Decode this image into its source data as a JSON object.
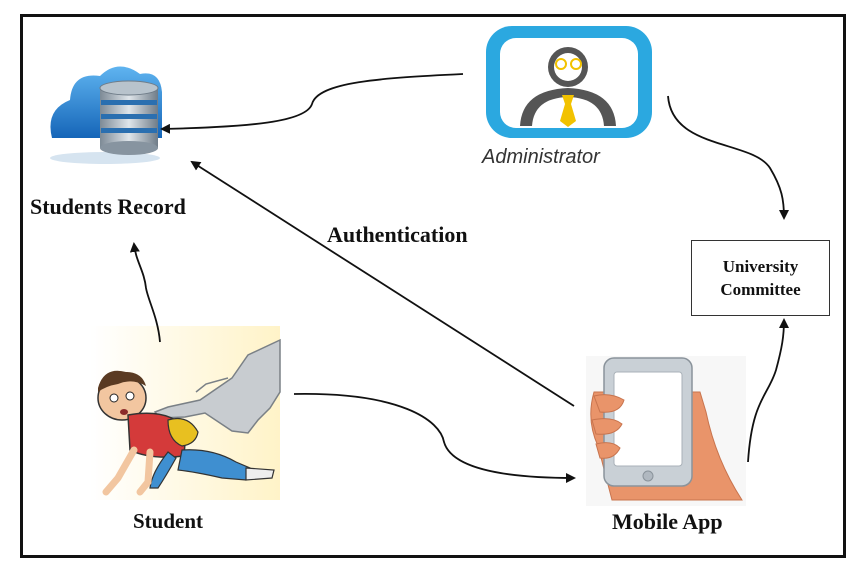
{
  "nodes": {
    "students_record": "Students Record",
    "administrator": "Administrator",
    "university_committee_line1": "University",
    "university_committee_line2": "Committee",
    "student": "Student",
    "mobile_app": "Mobile App"
  },
  "edges": {
    "authentication": "Authentication"
  },
  "icons": {
    "database": "cloud-database-icon",
    "admin": "administrator-icon",
    "student": "student-pointed-at-illustration",
    "mobile": "hand-holding-phone-icon"
  },
  "colors": {
    "admin_frame": "#2ba8e0",
    "admin_figure": "#555555",
    "tie": "#f2c200",
    "database_blue": "#1f78c8",
    "hand_skin": "#e9946a",
    "phone_body": "#c9d0d6"
  }
}
